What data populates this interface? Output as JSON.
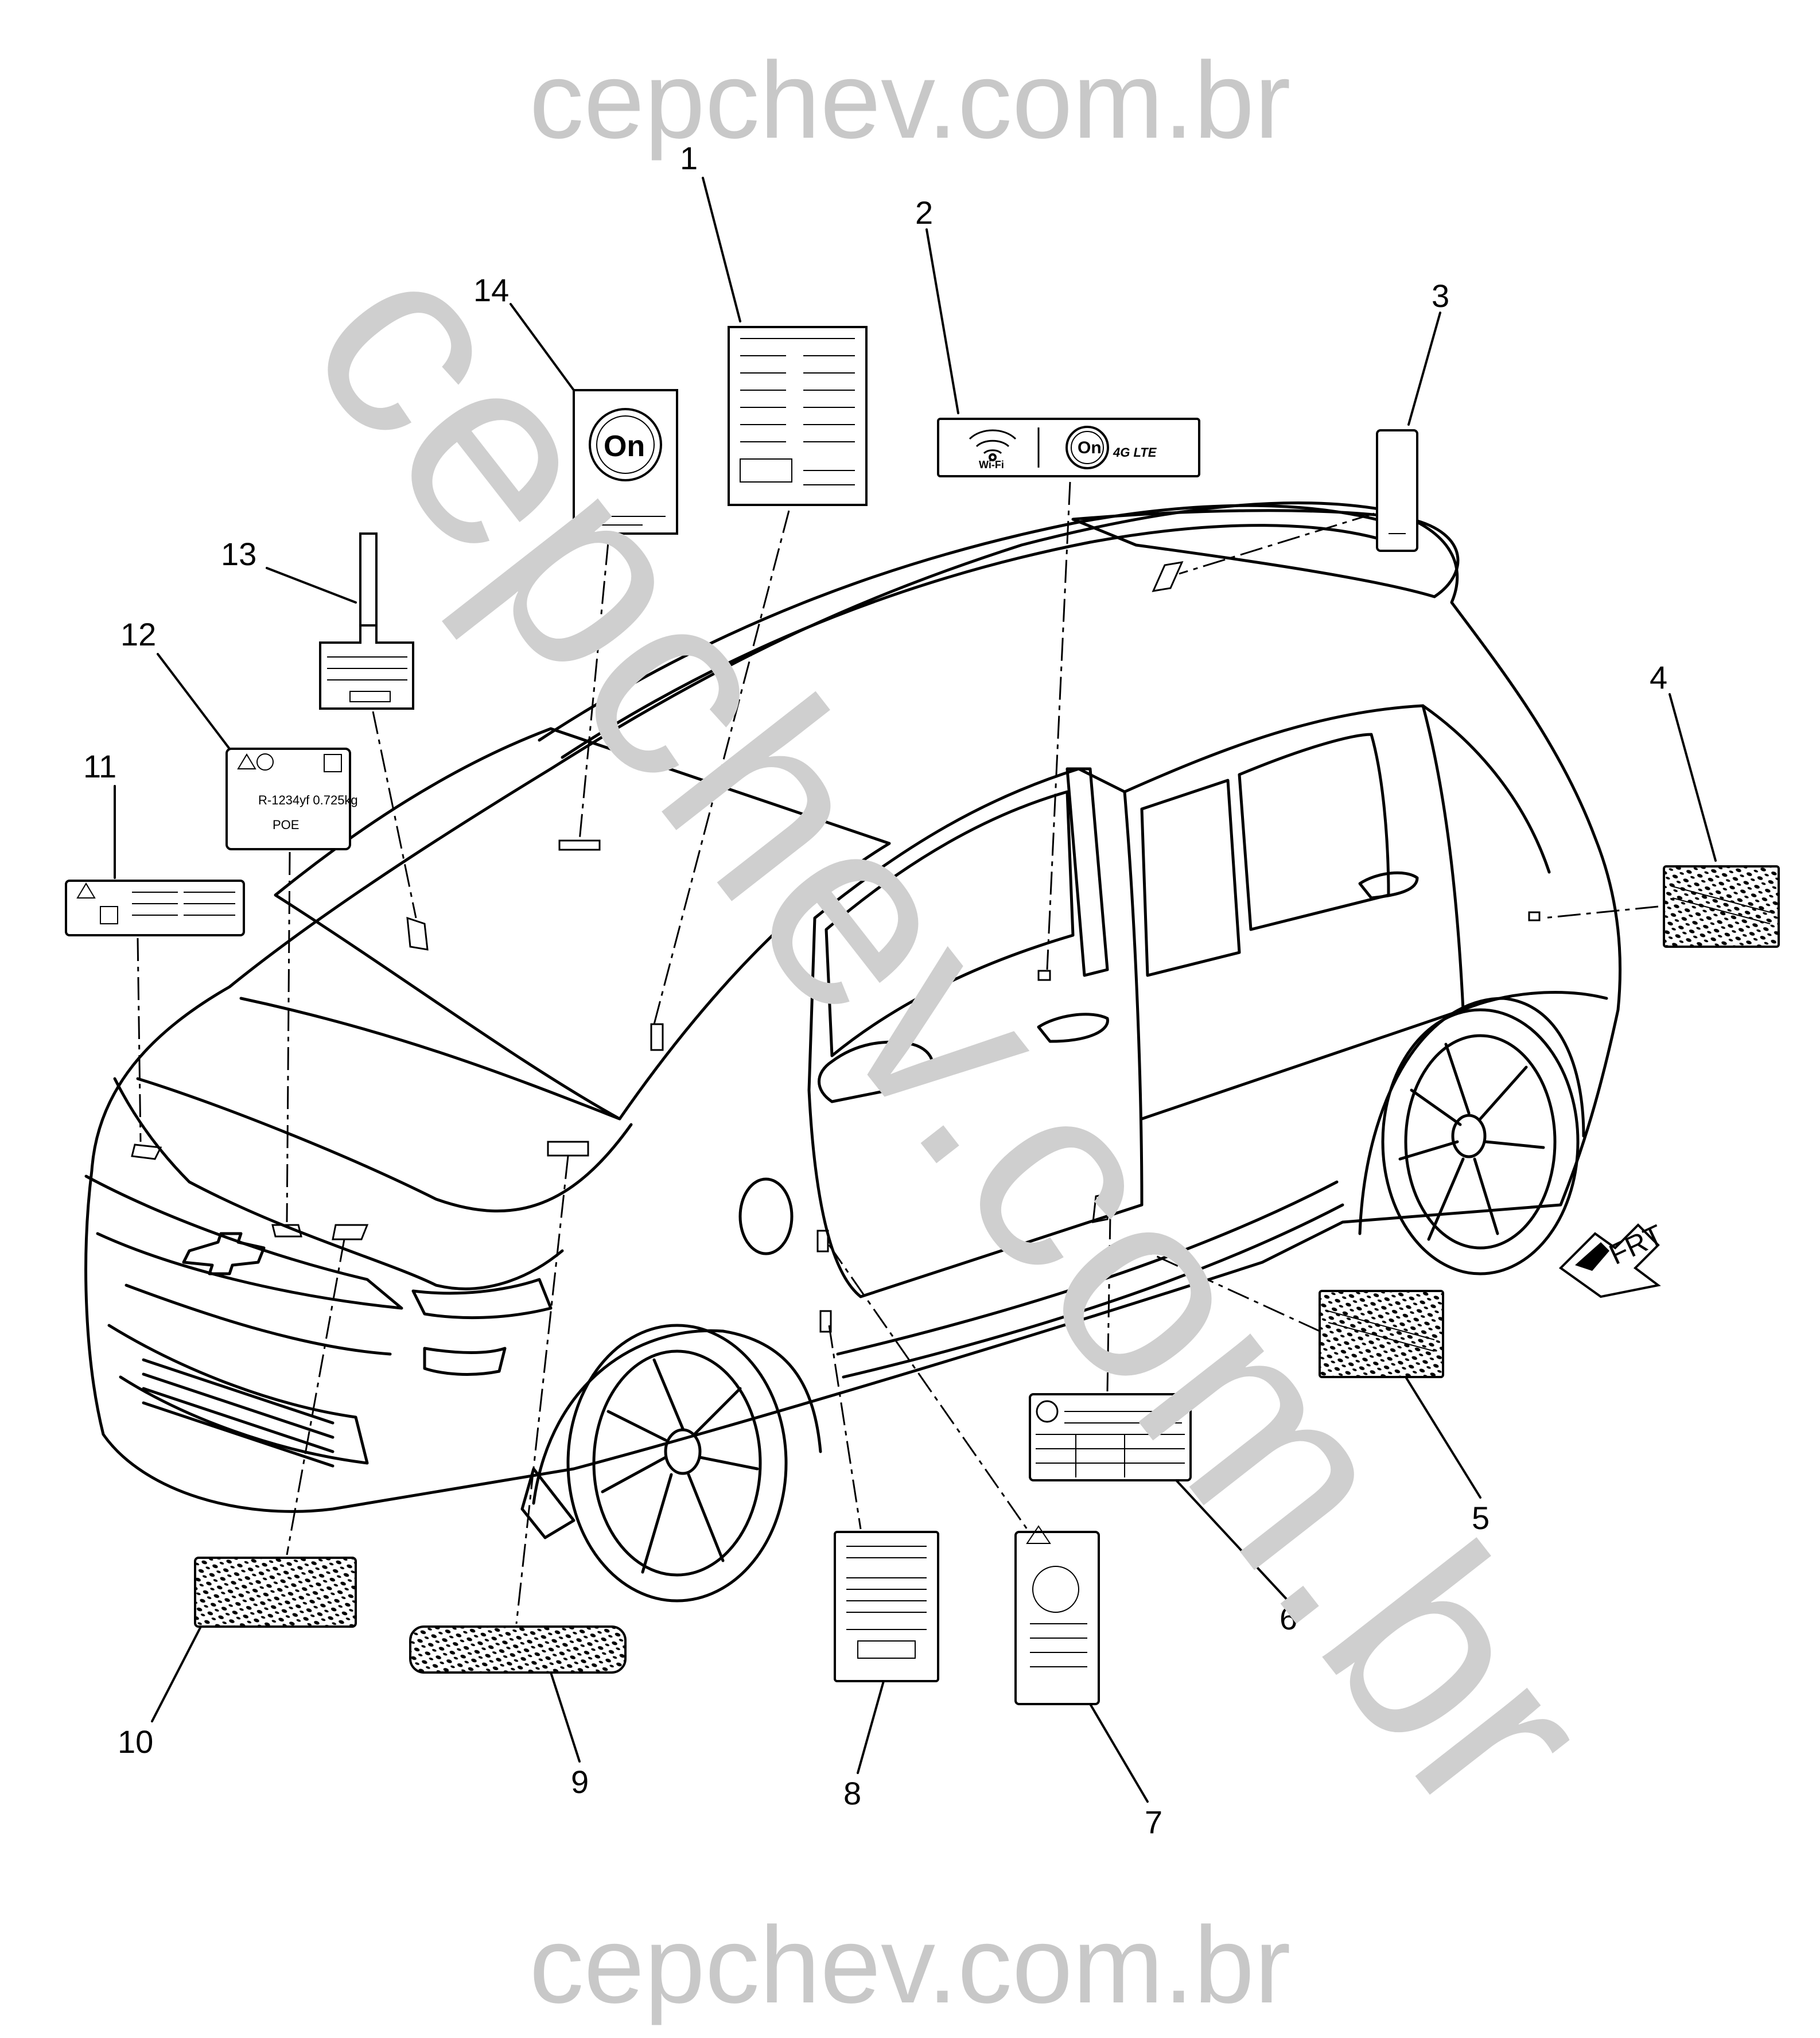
{
  "watermark": {
    "top": "cepchev.com.br",
    "diagonal": "cepchev.com.br",
    "bottom": "cepchev.com.br"
  },
  "callouts": [
    "1",
    "2",
    "3",
    "4",
    "5",
    "6",
    "7",
    "8",
    "9",
    "10",
    "11",
    "12",
    "13",
    "14"
  ],
  "labels": {
    "connectivity": {
      "wifi": "Wi-Fi",
      "on_logo": "On",
      "lte": "4G LTE"
    },
    "onstar_logo": "On",
    "a_c_label": {
      "refrigerant": "R-1234yf 0.725kg",
      "oil": "POE"
    },
    "frt": "FRT"
  },
  "colors": {
    "line": "#000000",
    "watermark": "#c8c8c8",
    "background": "#ffffff"
  }
}
